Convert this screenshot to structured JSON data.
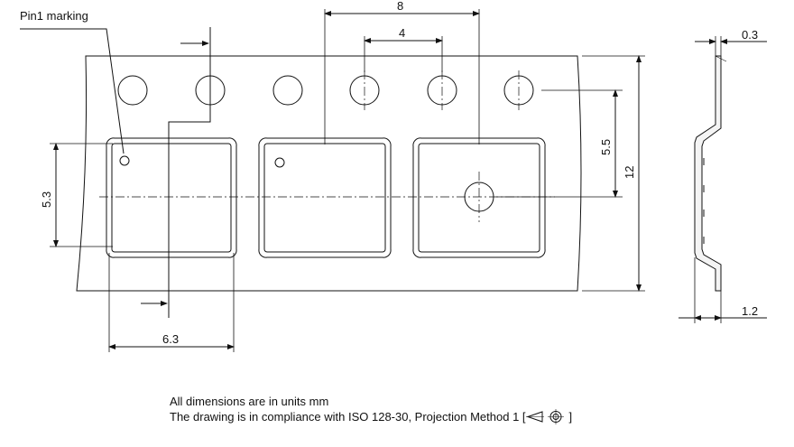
{
  "labels": {
    "pin1": "Pin1 marking",
    "pitch_8": "8",
    "pitch_4": "4",
    "thickness_03": "0.3",
    "dim_55": "5.5",
    "width_12": "12",
    "dim_53": "5.3",
    "dim_63": "6.3",
    "depth_12": "1.2"
  },
  "notes": {
    "line1": "All dimensions are in units mm",
    "line2_prefix": "The drawing is in compliance with ISO 128-30, Projection Method 1 [",
    "line2_suffix": "]"
  }
}
